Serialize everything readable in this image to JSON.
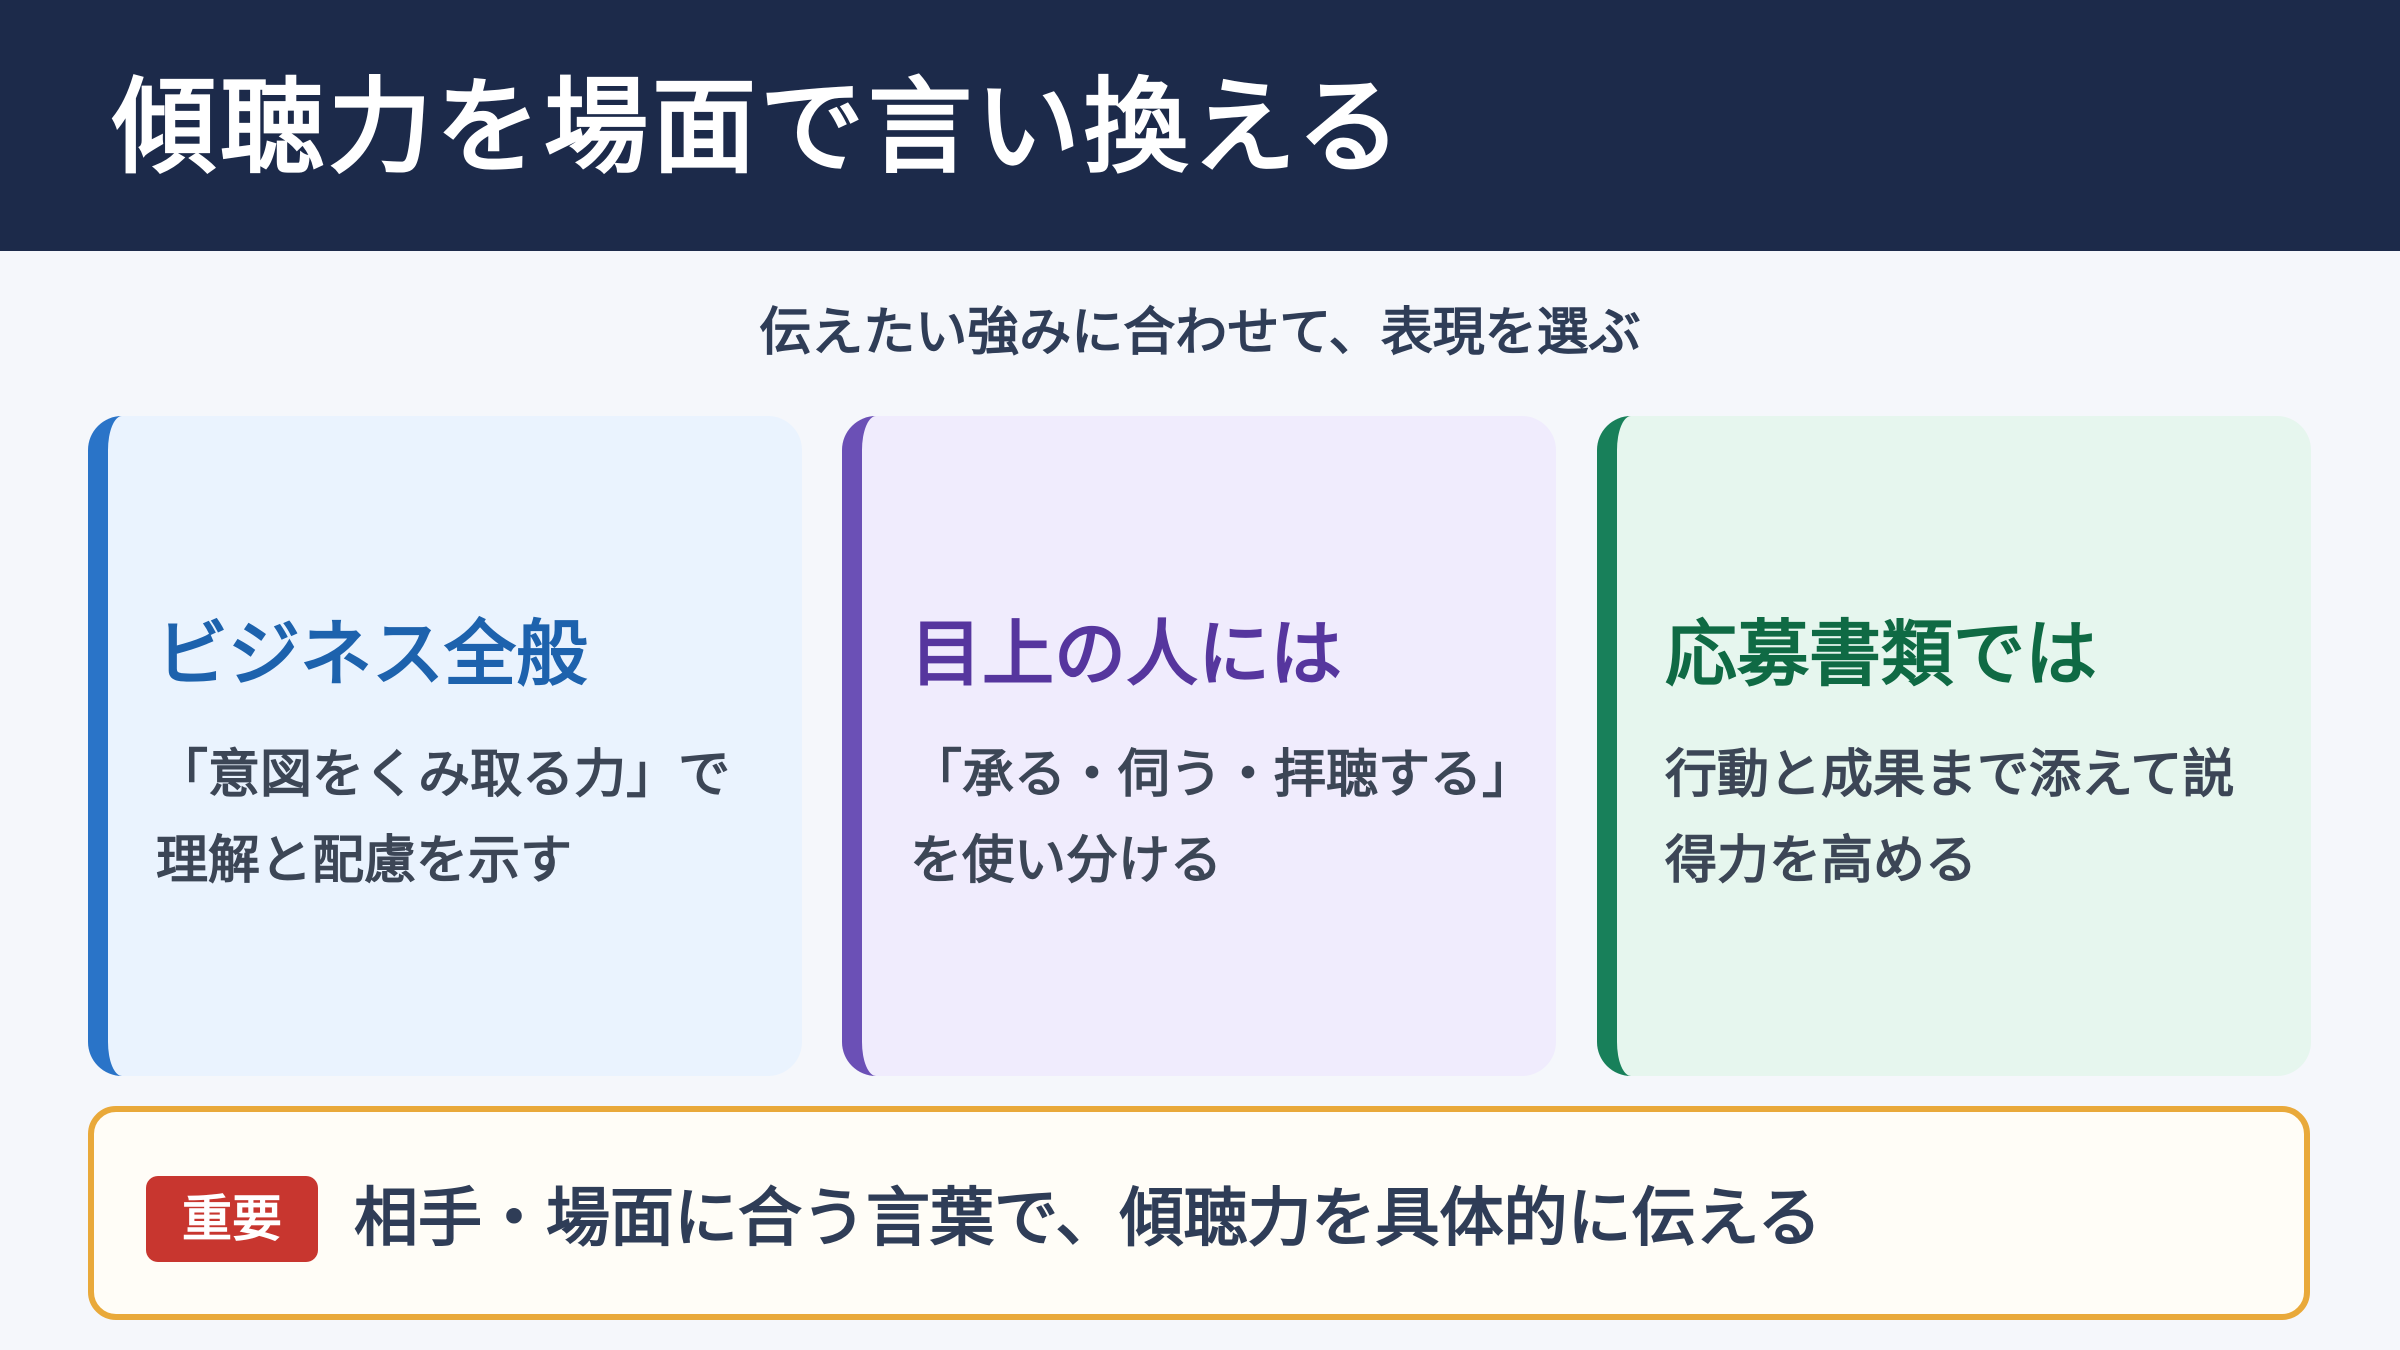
{
  "header": {
    "title": "傾聴力を場面で言い換える"
  },
  "subtitle": "伝えたい強みに合わせて、表現を選ぶ",
  "cards": [
    {
      "heading": "ビジネス全般",
      "body": "「意図をくみ取る力」で理解と配慮を示す",
      "accent_color": "#2a74c8"
    },
    {
      "heading": "目上の人には",
      "body": "「承る・伺う・拝聴する」を使い分ける",
      "accent_color": "#6b50b6"
    },
    {
      "heading": "応募書類では",
      "body": "行動と成果まで添えて説得力を高める",
      "accent_color": "#18805a"
    }
  ],
  "note": {
    "badge": "重要",
    "text": "相手・場面に合う言葉で、傾聴力を具体的に伝える",
    "border_color": "#e9a93a",
    "badge_color": "#c8362f"
  }
}
